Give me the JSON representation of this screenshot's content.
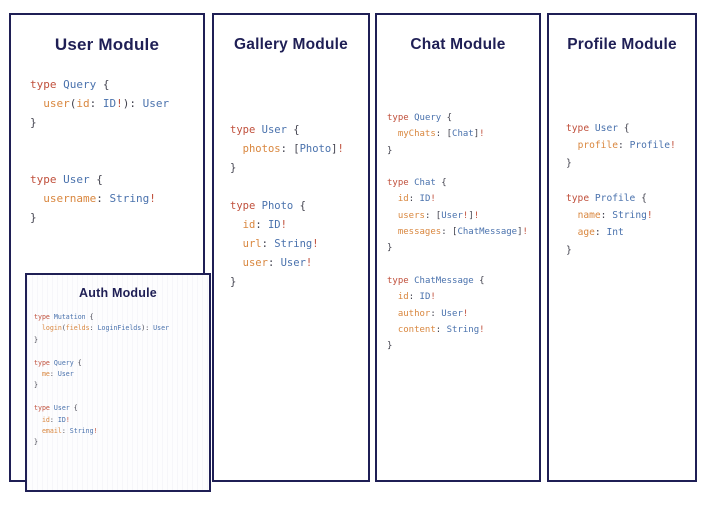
{
  "board": {
    "background_color": "#ffffff",
    "panel_border_color": "#1f1f55",
    "title_color": "#1f1f55",
    "syntax_colors": {
      "keyword": "#c0503c",
      "type": "#4a72ad",
      "field": "#d9873f",
      "punctuation": "#43434f",
      "non_null_bang": "#c0503c"
    }
  },
  "panels": {
    "user": {
      "title": "User Module",
      "schema_lines": [
        [
          {
            "t": "kw",
            "v": "type"
          },
          {
            "t": "sp",
            "v": " "
          },
          {
            "t": "ty",
            "v": "Query"
          },
          {
            "t": "sp",
            "v": " "
          },
          {
            "t": "pn",
            "v": "{"
          }
        ],
        [
          {
            "t": "sp",
            "v": "  "
          },
          {
            "t": "fld",
            "v": "user"
          },
          {
            "t": "pn",
            "v": "("
          },
          {
            "t": "fld",
            "v": "id"
          },
          {
            "t": "pn",
            "v": ": "
          },
          {
            "t": "ty",
            "v": "ID"
          },
          {
            "t": "bang",
            "v": "!"
          },
          {
            "t": "pn",
            "v": "): "
          },
          {
            "t": "ty",
            "v": "User"
          }
        ],
        [
          {
            "t": "pn",
            "v": "}"
          }
        ],
        [],
        [],
        [
          {
            "t": "kw",
            "v": "type"
          },
          {
            "t": "sp",
            "v": " "
          },
          {
            "t": "ty",
            "v": "User"
          },
          {
            "t": "sp",
            "v": " "
          },
          {
            "t": "pn",
            "v": "{"
          }
        ],
        [
          {
            "t": "sp",
            "v": "  "
          },
          {
            "t": "fld",
            "v": "username"
          },
          {
            "t": "pn",
            "v": ": "
          },
          {
            "t": "ty",
            "v": "String"
          },
          {
            "t": "bang",
            "v": "!"
          }
        ],
        [
          {
            "t": "pn",
            "v": "}"
          }
        ]
      ]
    },
    "auth": {
      "title": "Auth Module",
      "schema_lines": [
        [
          {
            "t": "kw",
            "v": "type"
          },
          {
            "t": "sp",
            "v": " "
          },
          {
            "t": "ty",
            "v": "Mutation"
          },
          {
            "t": "sp",
            "v": " "
          },
          {
            "t": "pn",
            "v": "{"
          }
        ],
        [
          {
            "t": "sp",
            "v": "  "
          },
          {
            "t": "fld",
            "v": "login"
          },
          {
            "t": "pn",
            "v": "("
          },
          {
            "t": "fld",
            "v": "fields"
          },
          {
            "t": "pn",
            "v": ": "
          },
          {
            "t": "ty",
            "v": "LoginFields"
          },
          {
            "t": "pn",
            "v": "): "
          },
          {
            "t": "ty",
            "v": "User"
          }
        ],
        [
          {
            "t": "pn",
            "v": "}"
          }
        ],
        [],
        [
          {
            "t": "kw",
            "v": "type"
          },
          {
            "t": "sp",
            "v": " "
          },
          {
            "t": "ty",
            "v": "Query"
          },
          {
            "t": "sp",
            "v": " "
          },
          {
            "t": "pn",
            "v": "{"
          }
        ],
        [
          {
            "t": "sp",
            "v": "  "
          },
          {
            "t": "fld",
            "v": "me"
          },
          {
            "t": "pn",
            "v": ": "
          },
          {
            "t": "ty",
            "v": "User"
          }
        ],
        [
          {
            "t": "pn",
            "v": "}"
          }
        ],
        [],
        [
          {
            "t": "kw",
            "v": "type"
          },
          {
            "t": "sp",
            "v": " "
          },
          {
            "t": "ty",
            "v": "User"
          },
          {
            "t": "sp",
            "v": " "
          },
          {
            "t": "pn",
            "v": "{"
          }
        ],
        [
          {
            "t": "sp",
            "v": "  "
          },
          {
            "t": "fld",
            "v": "id"
          },
          {
            "t": "pn",
            "v": ": "
          },
          {
            "t": "ty",
            "v": "ID"
          },
          {
            "t": "bang",
            "v": "!"
          }
        ],
        [
          {
            "t": "sp",
            "v": "  "
          },
          {
            "t": "fld",
            "v": "email"
          },
          {
            "t": "pn",
            "v": ": "
          },
          {
            "t": "ty",
            "v": "String"
          },
          {
            "t": "bang",
            "v": "!"
          }
        ],
        [
          {
            "t": "pn",
            "v": "}"
          }
        ]
      ]
    },
    "gallery": {
      "title": "Gallery Module",
      "schema_lines": [
        [
          {
            "t": "kw",
            "v": "type"
          },
          {
            "t": "sp",
            "v": " "
          },
          {
            "t": "ty",
            "v": "User"
          },
          {
            "t": "sp",
            "v": " "
          },
          {
            "t": "pn",
            "v": "{"
          }
        ],
        [
          {
            "t": "sp",
            "v": "  "
          },
          {
            "t": "fld",
            "v": "photos"
          },
          {
            "t": "pn",
            "v": ": ["
          },
          {
            "t": "ty",
            "v": "Photo"
          },
          {
            "t": "pn",
            "v": "]"
          },
          {
            "t": "bang",
            "v": "!"
          }
        ],
        [
          {
            "t": "pn",
            "v": "}"
          }
        ],
        [],
        [
          {
            "t": "kw",
            "v": "type"
          },
          {
            "t": "sp",
            "v": " "
          },
          {
            "t": "ty",
            "v": "Photo"
          },
          {
            "t": "sp",
            "v": " "
          },
          {
            "t": "pn",
            "v": "{"
          }
        ],
        [
          {
            "t": "sp",
            "v": "  "
          },
          {
            "t": "fld",
            "v": "id"
          },
          {
            "t": "pn",
            "v": ": "
          },
          {
            "t": "ty",
            "v": "ID"
          },
          {
            "t": "bang",
            "v": "!"
          }
        ],
        [
          {
            "t": "sp",
            "v": "  "
          },
          {
            "t": "fld",
            "v": "url"
          },
          {
            "t": "pn",
            "v": ": "
          },
          {
            "t": "ty",
            "v": "String"
          },
          {
            "t": "bang",
            "v": "!"
          }
        ],
        [
          {
            "t": "sp",
            "v": "  "
          },
          {
            "t": "fld",
            "v": "user"
          },
          {
            "t": "pn",
            "v": ": "
          },
          {
            "t": "ty",
            "v": "User"
          },
          {
            "t": "bang",
            "v": "!"
          }
        ],
        [
          {
            "t": "pn",
            "v": "}"
          }
        ]
      ]
    },
    "chat": {
      "title": "Chat Module",
      "schema_lines": [
        [
          {
            "t": "kw",
            "v": "type"
          },
          {
            "t": "sp",
            "v": " "
          },
          {
            "t": "ty",
            "v": "Query"
          },
          {
            "t": "sp",
            "v": " "
          },
          {
            "t": "pn",
            "v": "{"
          }
        ],
        [
          {
            "t": "sp",
            "v": "  "
          },
          {
            "t": "fld",
            "v": "myChats"
          },
          {
            "t": "pn",
            "v": ": ["
          },
          {
            "t": "ty",
            "v": "Chat"
          },
          {
            "t": "pn",
            "v": "]"
          },
          {
            "t": "bang",
            "v": "!"
          }
        ],
        [
          {
            "t": "pn",
            "v": "}"
          }
        ],
        [],
        [
          {
            "t": "kw",
            "v": "type"
          },
          {
            "t": "sp",
            "v": " "
          },
          {
            "t": "ty",
            "v": "Chat"
          },
          {
            "t": "sp",
            "v": " "
          },
          {
            "t": "pn",
            "v": "{"
          }
        ],
        [
          {
            "t": "sp",
            "v": "  "
          },
          {
            "t": "fld",
            "v": "id"
          },
          {
            "t": "pn",
            "v": ": "
          },
          {
            "t": "ty",
            "v": "ID"
          },
          {
            "t": "bang",
            "v": "!"
          }
        ],
        [
          {
            "t": "sp",
            "v": "  "
          },
          {
            "t": "fld",
            "v": "users"
          },
          {
            "t": "pn",
            "v": ": ["
          },
          {
            "t": "ty",
            "v": "User"
          },
          {
            "t": "bang",
            "v": "!"
          },
          {
            "t": "pn",
            "v": "]"
          },
          {
            "t": "bang",
            "v": "!"
          }
        ],
        [
          {
            "t": "sp",
            "v": "  "
          },
          {
            "t": "fld",
            "v": "messages"
          },
          {
            "t": "pn",
            "v": ": ["
          },
          {
            "t": "ty",
            "v": "ChatMessage"
          },
          {
            "t": "pn",
            "v": "]"
          },
          {
            "t": "bang",
            "v": "!"
          }
        ],
        [
          {
            "t": "pn",
            "v": "}"
          }
        ],
        [],
        [
          {
            "t": "kw",
            "v": "type"
          },
          {
            "t": "sp",
            "v": " "
          },
          {
            "t": "ty",
            "v": "ChatMessage"
          },
          {
            "t": "sp",
            "v": " "
          },
          {
            "t": "pn",
            "v": "{"
          }
        ],
        [
          {
            "t": "sp",
            "v": "  "
          },
          {
            "t": "fld",
            "v": "id"
          },
          {
            "t": "pn",
            "v": ": "
          },
          {
            "t": "ty",
            "v": "ID"
          },
          {
            "t": "bang",
            "v": "!"
          }
        ],
        [
          {
            "t": "sp",
            "v": "  "
          },
          {
            "t": "fld",
            "v": "author"
          },
          {
            "t": "pn",
            "v": ": "
          },
          {
            "t": "ty",
            "v": "User"
          },
          {
            "t": "bang",
            "v": "!"
          }
        ],
        [
          {
            "t": "sp",
            "v": "  "
          },
          {
            "t": "fld",
            "v": "content"
          },
          {
            "t": "pn",
            "v": ": "
          },
          {
            "t": "ty",
            "v": "String"
          },
          {
            "t": "bang",
            "v": "!"
          }
        ],
        [
          {
            "t": "pn",
            "v": "}"
          }
        ]
      ]
    },
    "profile": {
      "title": "Profile Module",
      "schema_lines": [
        [
          {
            "t": "kw",
            "v": "type"
          },
          {
            "t": "sp",
            "v": " "
          },
          {
            "t": "ty",
            "v": "User"
          },
          {
            "t": "sp",
            "v": " "
          },
          {
            "t": "pn",
            "v": "{"
          }
        ],
        [
          {
            "t": "sp",
            "v": "  "
          },
          {
            "t": "fld",
            "v": "profile"
          },
          {
            "t": "pn",
            "v": ": "
          },
          {
            "t": "ty",
            "v": "Profile"
          },
          {
            "t": "bang",
            "v": "!"
          }
        ],
        [
          {
            "t": "pn",
            "v": "}"
          }
        ],
        [],
        [
          {
            "t": "kw",
            "v": "type"
          },
          {
            "t": "sp",
            "v": " "
          },
          {
            "t": "ty",
            "v": "Profile"
          },
          {
            "t": "sp",
            "v": " "
          },
          {
            "t": "pn",
            "v": "{"
          }
        ],
        [
          {
            "t": "sp",
            "v": "  "
          },
          {
            "t": "fld",
            "v": "name"
          },
          {
            "t": "pn",
            "v": ": "
          },
          {
            "t": "ty",
            "v": "String"
          },
          {
            "t": "bang",
            "v": "!"
          }
        ],
        [
          {
            "t": "sp",
            "v": "  "
          },
          {
            "t": "fld",
            "v": "age"
          },
          {
            "t": "pn",
            "v": ": "
          },
          {
            "t": "ty",
            "v": "Int"
          }
        ],
        [
          {
            "t": "pn",
            "v": "}"
          }
        ]
      ]
    }
  }
}
